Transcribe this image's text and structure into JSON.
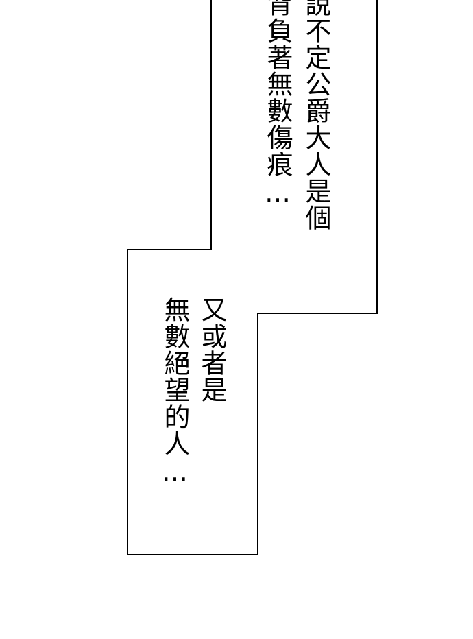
{
  "caption_box_top": {
    "line_1": "說不定公爵大人是個",
    "line_2": "背負著無數傷痕…"
  },
  "caption_box_bottom": {
    "line_1": "又或者是",
    "line_2": "無數絕望的人…"
  },
  "colors": {
    "background": "#ffffff",
    "border": "#000000",
    "text": "#000000"
  }
}
